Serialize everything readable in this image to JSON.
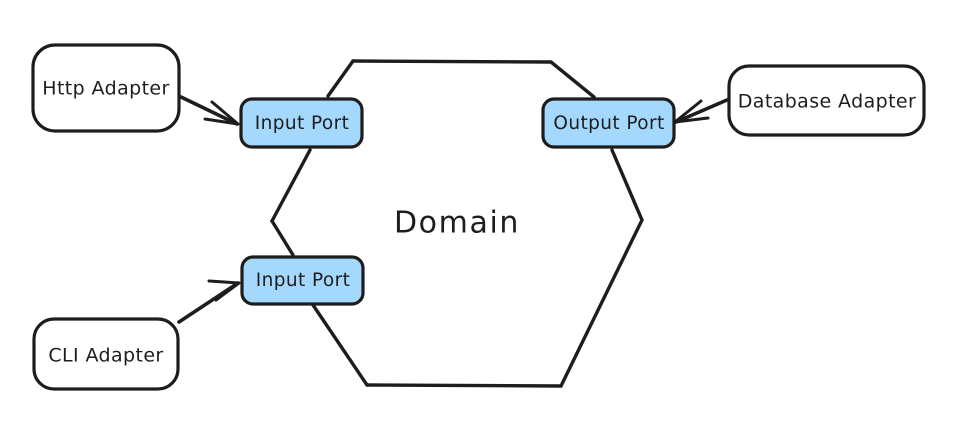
{
  "diagram": {
    "type": "hexagonal-architecture",
    "background_color": "#ffffff",
    "stroke_color": "#1d1d1d",
    "port_fill_color": "#a5d8fd",
    "adapter_fill_color": "#ffffff",
    "core": {
      "label": "Domain",
      "shape": "hexagon"
    },
    "ports": [
      {
        "id": "input-port-top",
        "label": "Input Port",
        "kind": "input"
      },
      {
        "id": "input-port-bottom",
        "label": "Input Port",
        "kind": "input"
      },
      {
        "id": "output-port",
        "label": "Output Port",
        "kind": "output"
      }
    ],
    "adapters": [
      {
        "id": "http-adapter",
        "label": "Http Adapter",
        "side": "left"
      },
      {
        "id": "cli-adapter",
        "label": "CLI Adapter",
        "side": "left"
      },
      {
        "id": "database-adapter",
        "label": "Database Adapter",
        "side": "right"
      }
    ],
    "connections": [
      {
        "id": "http-to-input",
        "from": "Http Adapter",
        "to": "Input Port",
        "arrow": "to"
      },
      {
        "id": "cli-to-input",
        "from": "CLI Adapter",
        "to": "Input Port",
        "arrow": "to"
      },
      {
        "id": "database-to-output",
        "from": "Database Adapter",
        "to": "Output Port",
        "arrow": "to"
      }
    ]
  }
}
